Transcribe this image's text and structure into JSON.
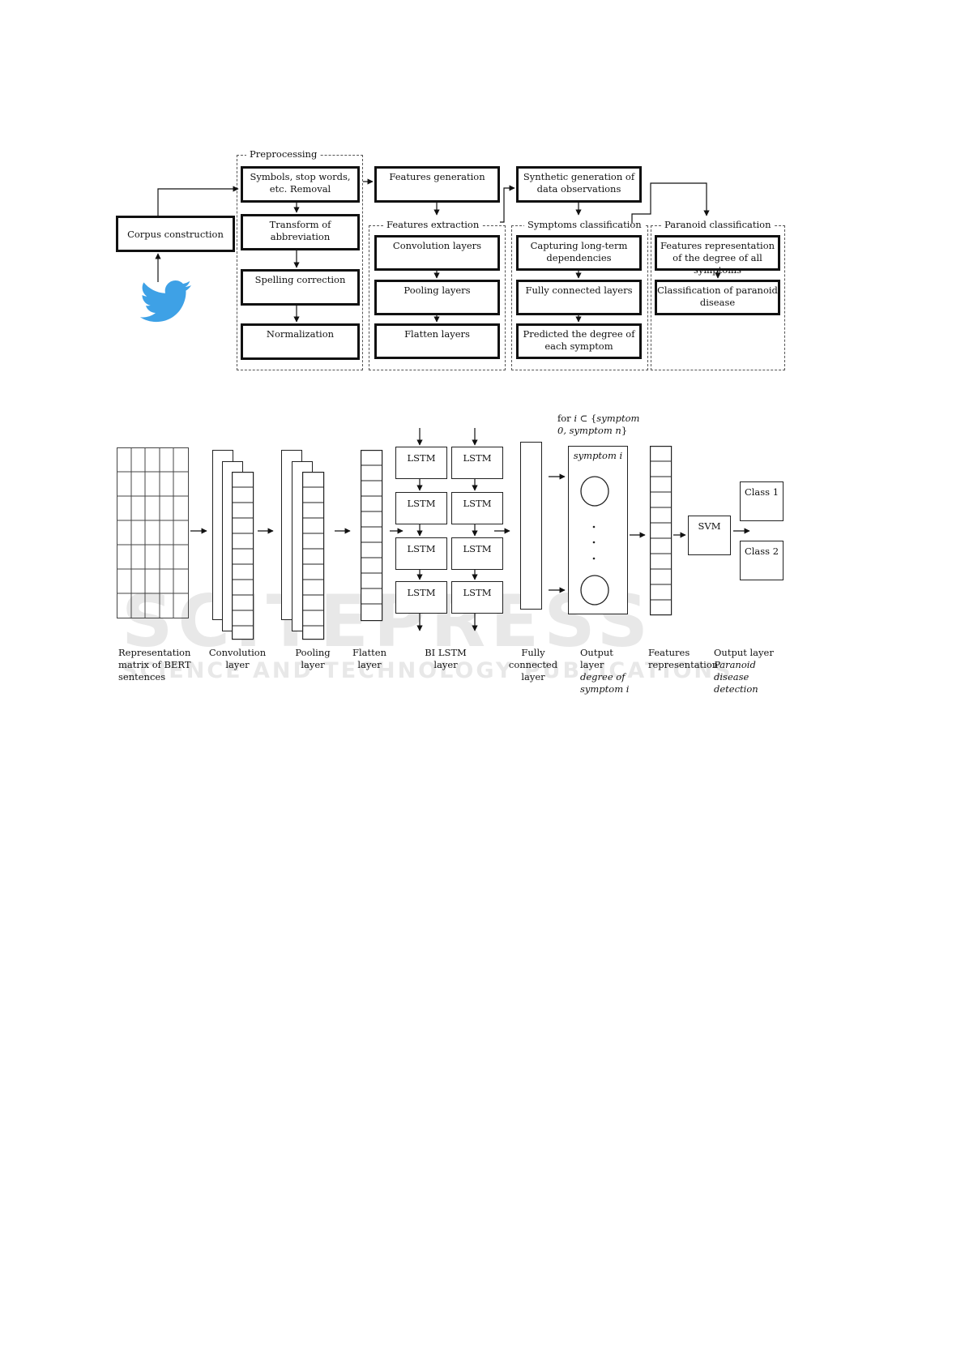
{
  "top_diagram": {
    "source": "Corpus construction",
    "source_icon": "twitter-bird-icon",
    "preprocessing": {
      "title": "Preprocessing",
      "steps": [
        "Symbols, stop words, etc. Removal",
        "Transform of abbreviation",
        "Spelling correction",
        "Normalization"
      ]
    },
    "features_generation": "Features generation",
    "features_extraction": {
      "title": "Features extraction",
      "steps": [
        "Convolution layers",
        "Pooling layers",
        "Flatten layers"
      ]
    },
    "synthetic_generation": "Synthetic generation of data observations",
    "symptoms_classification": {
      "title": "Symptoms classification",
      "steps": [
        "Capturing long-term dependencies",
        "Fully connected layers",
        "Predicted the degree of each symptom"
      ]
    },
    "paranoid_classification": {
      "title": "Paranoid classification",
      "steps": [
        "Features representation of the degree of all symptoms",
        "Classification of paranoid disease"
      ]
    }
  },
  "bottom_diagram": {
    "lstm_label": "LSTM",
    "for_annotation": {
      "prefix": "for ",
      "var": "i",
      "symbol": " ⊂ {",
      "range": "symptom 0, symptom n",
      "suffix": "}"
    },
    "symptom_box_title": "symptom i",
    "svm": "SVM",
    "classes": [
      "Class 1",
      "Class 2"
    ],
    "dots": ".\n.\n.",
    "captions": {
      "representation": "Representation matrix of BERT sentences",
      "convolution": "Convolution layer",
      "pooling": "Pooling layer",
      "flatten": "Flatten layer",
      "bilstm": "BI LSTM layer",
      "fully_connected": "Fully connected layer",
      "output1_title": "Output layer",
      "output1_sub": "degree of symptom i",
      "features": "Features representation",
      "output2_title": "Output layer",
      "output2_sub": "Paranoid disease detection"
    }
  },
  "watermark": {
    "main": "SCITEPRESS",
    "sub": "SCIENCE AND TECHNOLOGY PUBLICATIONS"
  }
}
